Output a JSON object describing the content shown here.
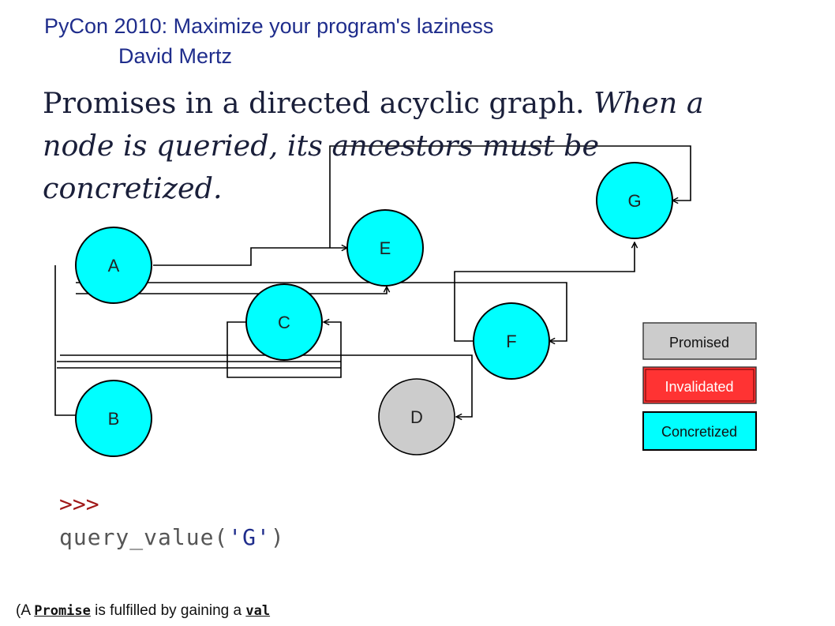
{
  "header": {
    "line1": "PyCon 2010: Maximize your program's laziness",
    "line2": "David Mertz"
  },
  "title": {
    "plain": "Promises in a directed acyclic graph. ",
    "italic": "When a node is queried, its ancestors must be concretized."
  },
  "nodes": {
    "A": {
      "label": "A",
      "state": "concretized"
    },
    "B": {
      "label": "B",
      "state": "concretized"
    },
    "C": {
      "label": "C",
      "state": "concretized"
    },
    "D": {
      "label": "D",
      "state": "promised"
    },
    "E": {
      "label": "E",
      "state": "concretized"
    },
    "F": {
      "label": "F",
      "state": "concretized"
    },
    "G": {
      "label": "G",
      "state": "concretized"
    }
  },
  "legend": {
    "promised": "Promised",
    "invalidated": "Invalidated",
    "concretized": "Concretized"
  },
  "colors": {
    "concretized": "#00ffff",
    "promised": "#cccccc",
    "invalidated": "#ff3333",
    "header": "#1f2d8c",
    "prompt": "#a01818"
  },
  "console": {
    "prompt": ">>>",
    "code_prefix": "query_value(",
    "code_arg": "'G'",
    "code_suffix": ")"
  },
  "footnote": {
    "prefix": "(A ",
    "term1": "Promise",
    "middle": " is fulfilled by gaining a ",
    "term2": "val"
  }
}
